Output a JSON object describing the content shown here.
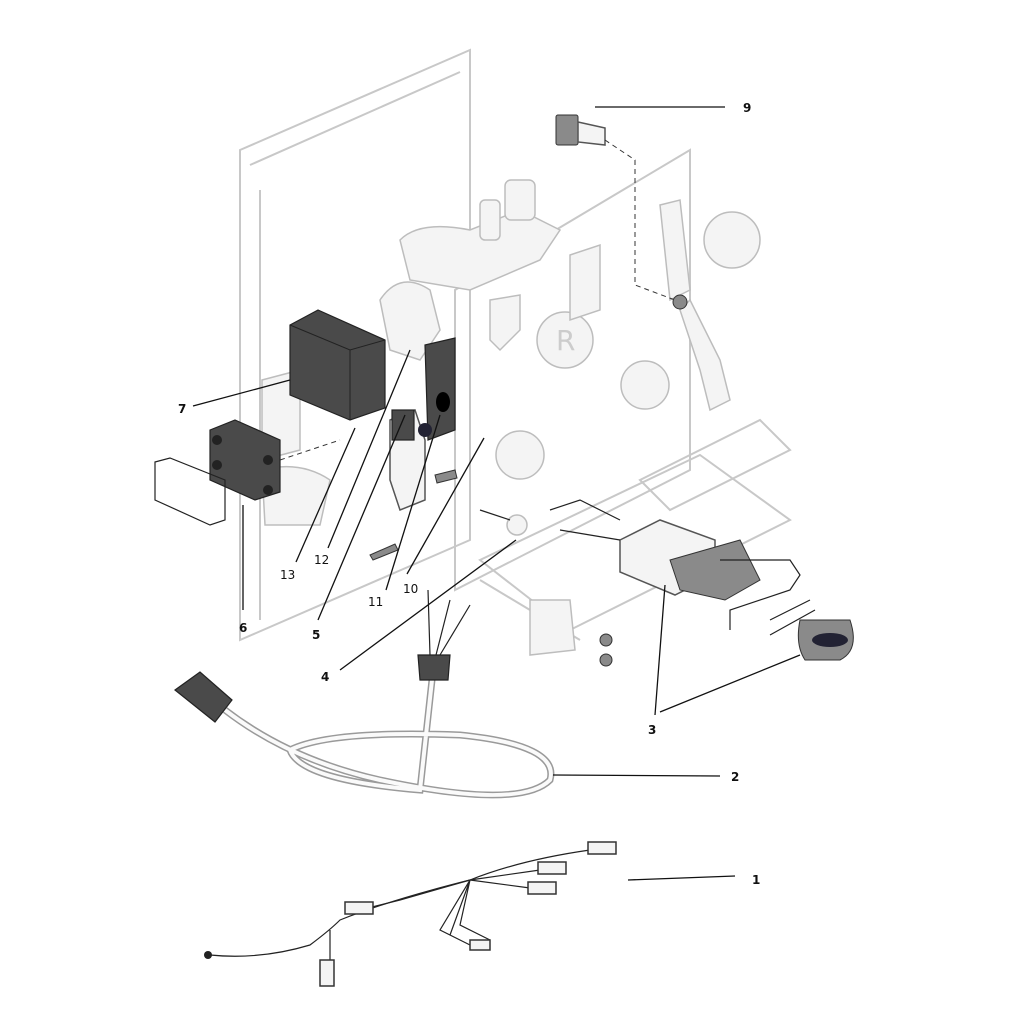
{
  "diagram": {
    "type": "exploded-parts-view",
    "callouts": [
      "1",
      "2",
      "3",
      "4",
      "5",
      "6",
      "7",
      "9",
      "10",
      "11",
      "12",
      "13"
    ]
  }
}
